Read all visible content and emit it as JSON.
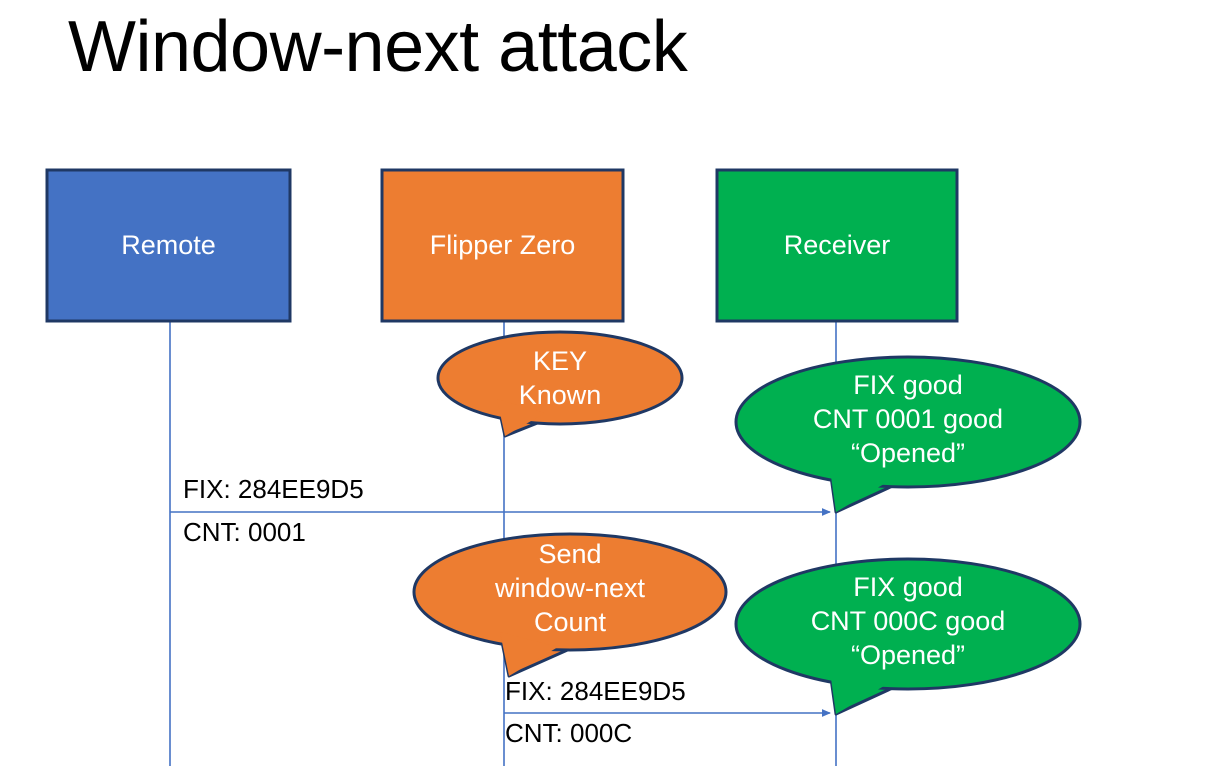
{
  "slide": {
    "title": "Window-next attack",
    "background": "#ffffff"
  },
  "colors": {
    "remote_fill": "#4472C4",
    "flipper_fill": "#ED7D31",
    "receiver_fill": "#00B050",
    "shape_outline": "#1F3864",
    "lifeline": "#4472C4",
    "arrow": "#4472C4",
    "node_text": "#ffffff",
    "message_text": "#000000"
  },
  "nodes": [
    {
      "id": "remote",
      "label": "Remote",
      "fill": "#4472C4"
    },
    {
      "id": "flipper-zero",
      "label": "Flipper Zero",
      "fill": "#ED7D31"
    },
    {
      "id": "receiver",
      "label": "Receiver",
      "fill": "#00B050"
    }
  ],
  "bubbles": [
    {
      "id": "key-known",
      "owner": "flipper-zero",
      "fill": "#ED7D31",
      "lines": [
        "KEY",
        "Known"
      ],
      "line1": "KEY",
      "line2": "Known",
      "line3": ""
    },
    {
      "id": "receiver-ack-0001",
      "owner": "receiver",
      "fill": "#00B050",
      "lines": [
        "FIX good",
        "CNT 0001 good",
        "“Opened”"
      ],
      "line1": "FIX good",
      "line2": "CNT 0001 good",
      "line3": "“Opened”"
    },
    {
      "id": "send-window-next-count",
      "owner": "flipper-zero",
      "fill": "#ED7D31",
      "lines": [
        "Send",
        "window-next",
        "Count"
      ],
      "line1": "Send",
      "line2": "window-next",
      "line3": "Count"
    },
    {
      "id": "receiver-ack-000c",
      "owner": "receiver",
      "fill": "#00B050",
      "lines": [
        "FIX good",
        "CNT 000C good",
        "“Opened”"
      ],
      "line1": "FIX good",
      "line2": "CNT 000C good",
      "line3": "“Opened”"
    }
  ],
  "messages": [
    {
      "id": "remote-to-receiver",
      "from": "remote",
      "to": "receiver",
      "fix_label": "FIX: 284EE9D5",
      "cnt_label": "CNT: 0001"
    },
    {
      "id": "flipper-to-receiver",
      "from": "flipper-zero",
      "to": "receiver",
      "fix_label": "FIX: 284EE9D5",
      "cnt_label": "CNT: 000C"
    }
  ]
}
